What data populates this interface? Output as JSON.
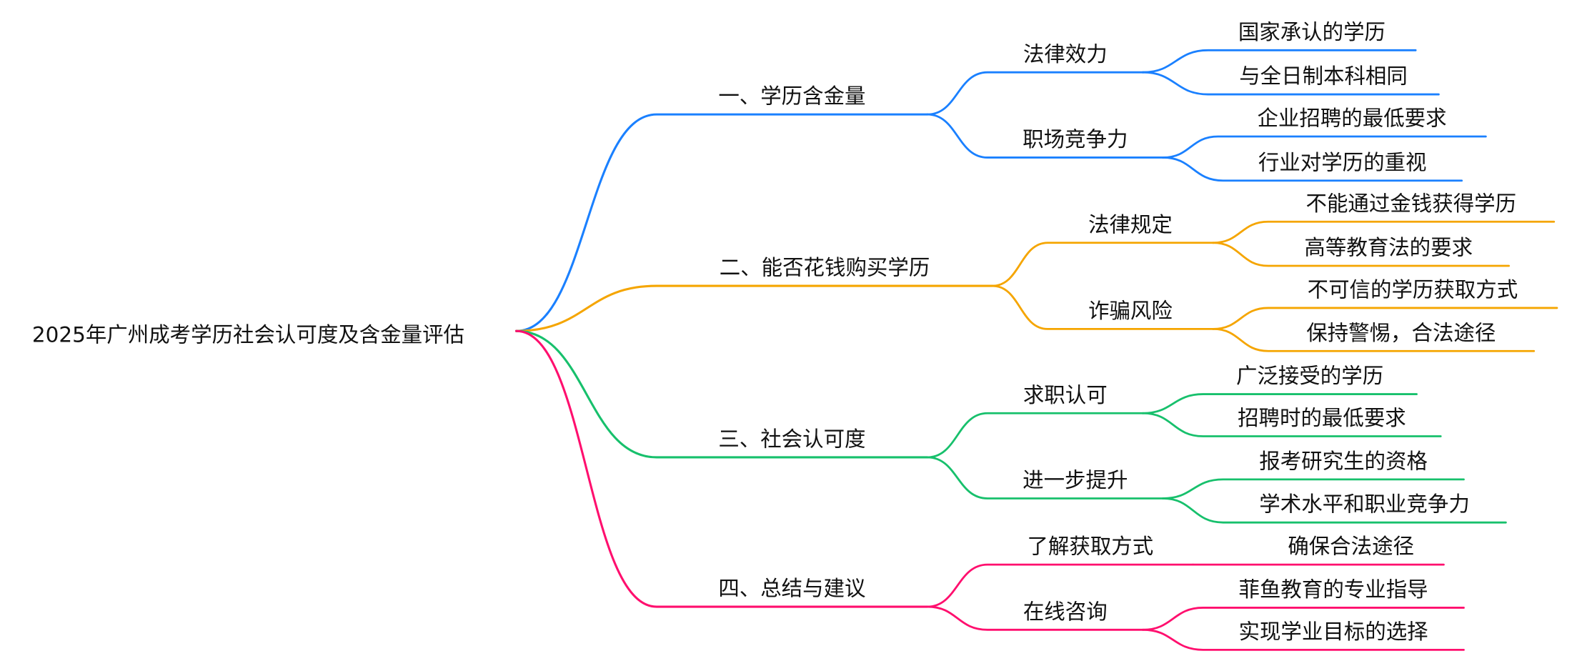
{
  "root": {
    "label": "2025年广州成考学历社会认可度及含金量评估"
  },
  "colors": [
    "#1a80ff",
    "#f5a500",
    "#17c06c",
    "#ff0f6e"
  ],
  "branches": [
    {
      "label": "一、学历含金量",
      "children": [
        {
          "label": "法律效力",
          "children": [
            "国家承认的学历",
            "与全日制本科相同"
          ]
        },
        {
          "label": "职场竞争力",
          "children": [
            "企业招聘的最低要求",
            "行业对学历的重视"
          ]
        }
      ]
    },
    {
      "label": "二、能否花钱购买学历",
      "children": [
        {
          "label": "法律规定",
          "children": [
            "不能通过金钱获得学历",
            "高等教育法的要求"
          ]
        },
        {
          "label": "诈骗风险",
          "children": [
            "不可信的学历获取方式",
            "保持警惕，合法途径"
          ]
        }
      ]
    },
    {
      "label": "三、社会认可度",
      "children": [
        {
          "label": "求职认可",
          "children": [
            "广泛接受的学历",
            "招聘时的最低要求"
          ]
        },
        {
          "label": "进一步提升",
          "children": [
            "报考研究生的资格",
            "学术水平和职业竞争力"
          ]
        }
      ]
    },
    {
      "label": "四、总结与建议",
      "children": [
        {
          "label": "了解获取方式",
          "children": [
            "确保合法途径"
          ]
        },
        {
          "label": "在线咨询",
          "children": [
            "菲鱼教育的专业指导",
            "实现学业目标的选择"
          ]
        }
      ]
    }
  ]
}
